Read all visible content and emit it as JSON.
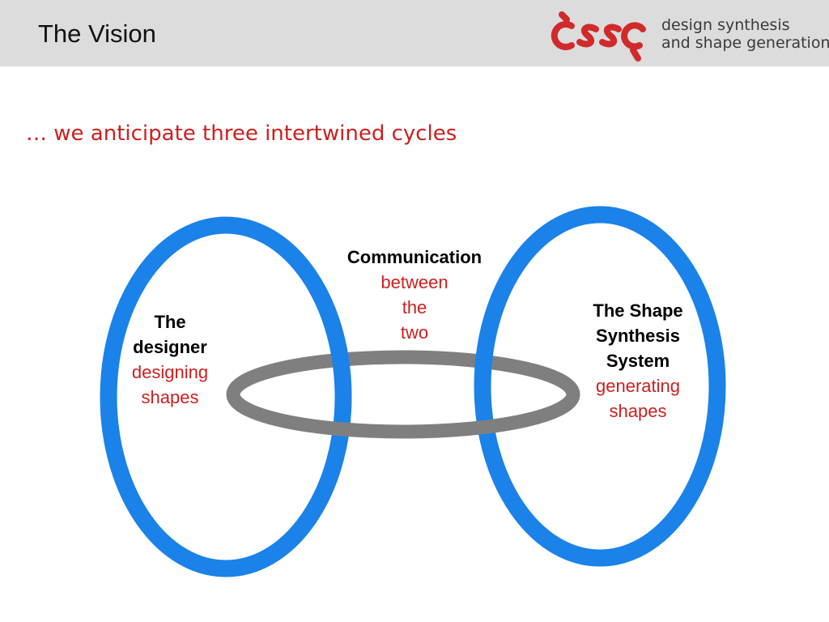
{
  "header": {
    "title": "The Vision",
    "logo_text_line1": "design synthesis",
    "logo_text_line2": "and shape generation"
  },
  "subtitle": "… we anticipate three intertwined cycles",
  "cycles": {
    "left": {
      "bold_lines": [
        "The",
        "designer"
      ],
      "red_lines": [
        "designing",
        "shapes"
      ]
    },
    "middle": {
      "bold_lines": [
        "Communication"
      ],
      "red_lines": [
        "between",
        "the",
        "two"
      ]
    },
    "right": {
      "bold_lines": [
        "The Shape",
        "Synthesis",
        "System"
      ],
      "red_lines": [
        "generating",
        "shapes"
      ]
    }
  },
  "colors": {
    "cycle_blue": "#1a82e8",
    "link_grey": "#7f7f7f",
    "accent_red": "#cc1f1f",
    "header_grey": "#dcdcdc"
  }
}
